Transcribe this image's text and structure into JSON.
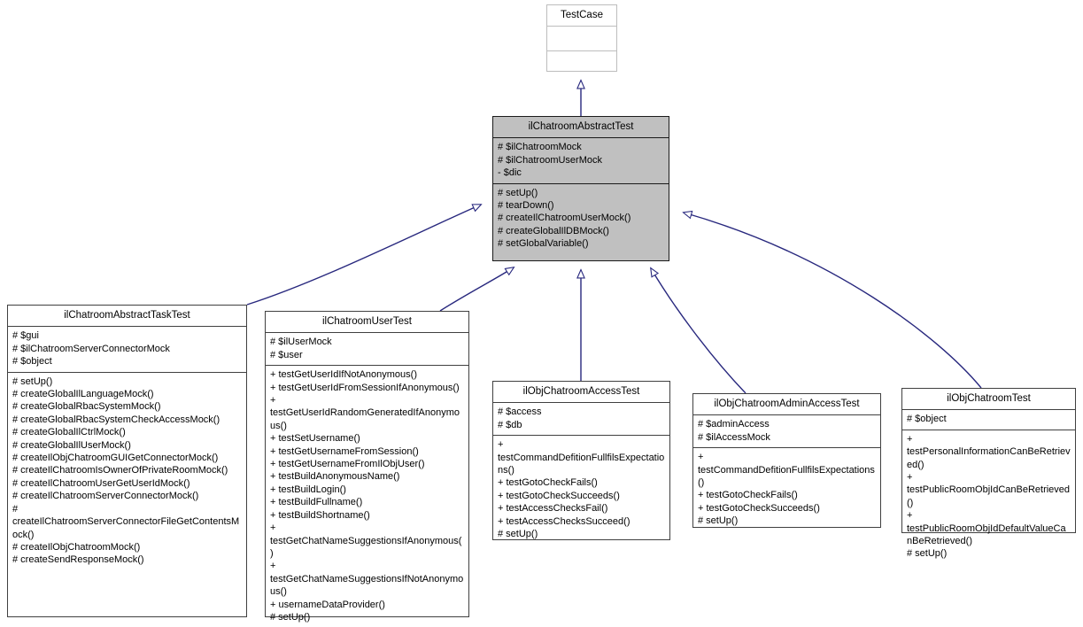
{
  "diagram": {
    "kind": "uml-class-inheritance-diagram",
    "background_color": "#ffffff",
    "edge_color": "#28287e",
    "highlight_fill": "#c0c0c0",
    "classes": [
      {
        "id": "testcase",
        "name": "TestCase",
        "attributes": [],
        "methods": [],
        "style": "root"
      },
      {
        "id": "ilchatroomabstracttest",
        "name": "ilChatroomAbstractTest",
        "attributes": [
          "# $ilChatroomMock",
          "# $ilChatroomUserMock",
          "- $dic"
        ],
        "methods": [
          "# setUp()",
          "# tearDown()",
          "# createIlChatroomUserMock()",
          "# createGlobalIlDBMock()",
          "# setGlobalVariable()"
        ],
        "style": "highlight"
      },
      {
        "id": "ilchatroomabstracttasktest",
        "name": "ilChatroomAbstractTaskTest",
        "attributes": [
          "# $gui",
          "# $ilChatroomServerConnectorMock",
          "# $object"
        ],
        "methods": [
          "# setUp()",
          "# createGlobalIlLanguageMock()",
          "# createGlobalRbacSystemMock()",
          "# createGlobalRbacSystemCheckAccessMock()",
          "# createGlobalIlCtrlMock()",
          "# createGlobalIlUserMock()",
          "# createIlObjChatroomGUIGetConnectorMock()",
          "# createIlChatroomIsOwnerOfPrivateRoomMock()",
          "# createIlChatroomUserGetUserIdMock()",
          "# createIlChatroomServerConnectorMock()",
          "# createIlChatroomServerConnectorFileGetContentsMock()",
          "# createIlObjChatroomMock()",
          "# createSendResponseMock()"
        ],
        "style": "normal"
      },
      {
        "id": "ilchatroomusertest",
        "name": "ilChatroomUserTest",
        "attributes": [
          "# $ilUserMock",
          "# $user"
        ],
        "methods": [
          "+ testGetUserIdIfNotAnonymous()",
          "+ testGetUserIdFromSessionIfAnonymous()",
          "+ testGetUserIdRandomGeneratedIfAnonymous()",
          "+ testSetUsername()",
          "+ testGetUsernameFromSession()",
          "+ testGetUsernameFromIlObjUser()",
          "+ testBuildAnonymousName()",
          "+ testBuildLogin()",
          "+ testBuildFullname()",
          "+ testBuildShortname()",
          "+ testGetChatNameSuggestionsIfAnonymous()",
          "+ testGetChatNameSuggestionsIfNotAnonymous()",
          "+ usernameDataProvider()",
          "# setUp()"
        ],
        "style": "normal"
      },
      {
        "id": "ilobjchatroomaccesstest",
        "name": "ilObjChatroomAccessTest",
        "attributes": [
          "# $access",
          "# $db"
        ],
        "methods": [
          "+ testCommandDefitionFullfilsExpectations()",
          "+ testGotoCheckFails()",
          "+ testGotoCheckSucceeds()",
          "+ testAccessChecksFail()",
          "+ testAccessChecksSucceed()",
          "# setUp()"
        ],
        "style": "normal"
      },
      {
        "id": "ilobjchatroomadminaccesstest",
        "name": "ilObjChatroomAdminAccessTest",
        "attributes": [
          "# $adminAccess",
          "# $ilAccessMock"
        ],
        "methods": [
          "+ testCommandDefitionFullfilsExpectations()",
          "+ testGotoCheckFails()",
          "+ testGotoCheckSucceeds()",
          "# setUp()"
        ],
        "style": "normal"
      },
      {
        "id": "ilobjchatroomtest",
        "name": "ilObjChatroomTest",
        "attributes": [
          "# $object"
        ],
        "methods": [
          "+ testPersonalInformationCanBeRetrieved()",
          "+ testPublicRoomObjIdCanBeRetrieved()",
          "+ testPublicRoomObjIdDefaultValueCanBeRetrieved()",
          "# setUp()"
        ],
        "style": "normal"
      }
    ],
    "inheritances": [
      {
        "from": "ilchatroomabstracttest",
        "to": "testcase"
      },
      {
        "from": "ilchatroomabstracttasktest",
        "to": "ilchatroomabstracttest"
      },
      {
        "from": "ilchatroomusertest",
        "to": "ilchatroomabstracttest"
      },
      {
        "from": "ilobjchatroomaccesstest",
        "to": "ilchatroomabstracttest"
      },
      {
        "from": "ilobjchatroomadminaccesstest",
        "to": "ilchatroomabstracttest"
      },
      {
        "from": "ilobjchatroomtest",
        "to": "ilchatroomabstracttest"
      }
    ]
  }
}
